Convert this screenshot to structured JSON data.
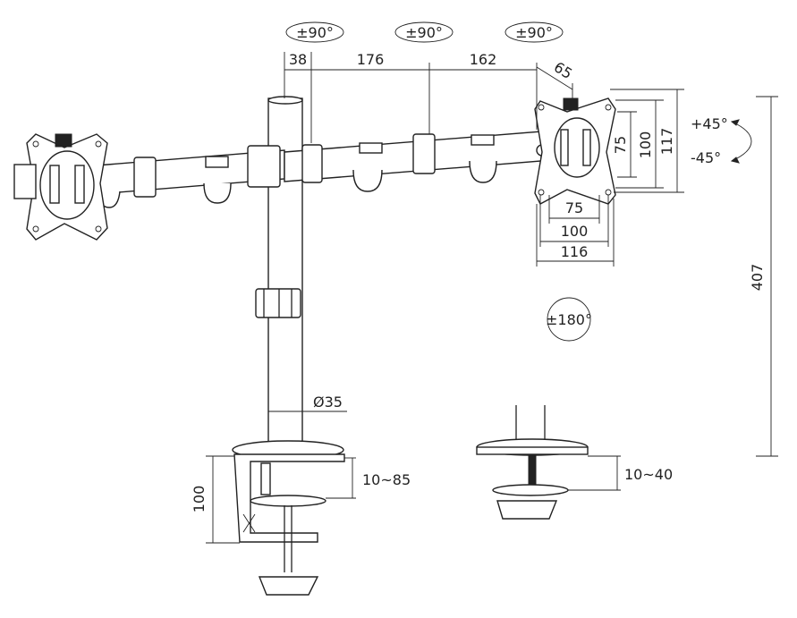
{
  "diagram": {
    "rotation_labels": {
      "arm_rotation_1": "±90°",
      "arm_rotation_2": "±90°",
      "arm_rotation_3": "±90°",
      "tilt_up": "+45°",
      "tilt_down": "-45°",
      "swivel": "±180°"
    },
    "dimensions": {
      "pole_offset": "38",
      "inner_arm": "176",
      "outer_arm": "162",
      "head_offset": "65",
      "vesa_v_75": "75",
      "vesa_v_100": "100",
      "plate_height": "117",
      "vesa_h_75": "75",
      "vesa_h_100": "100",
      "plate_width": "116",
      "pole_height": "407",
      "pole_diameter": "Ø35",
      "clamp_range": "10~85",
      "clamp_height": "100",
      "grommet_range": "10~40"
    },
    "colors": {
      "line": "#222222",
      "background": "#ffffff"
    }
  }
}
